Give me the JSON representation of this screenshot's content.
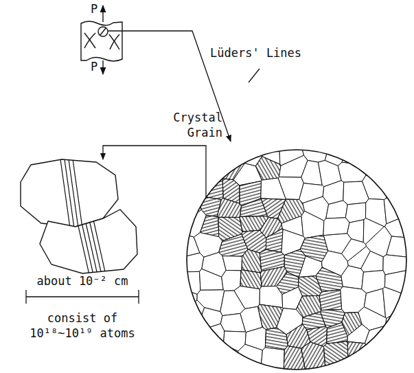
{
  "diagram": {
    "labels": [
      "P",
      "P",
      "Lüders' Lines",
      "Crystal Grain",
      "about 10⁻² cm",
      "consist of 10¹⁸~10¹⁹ atoms"
    ]
  }
}
